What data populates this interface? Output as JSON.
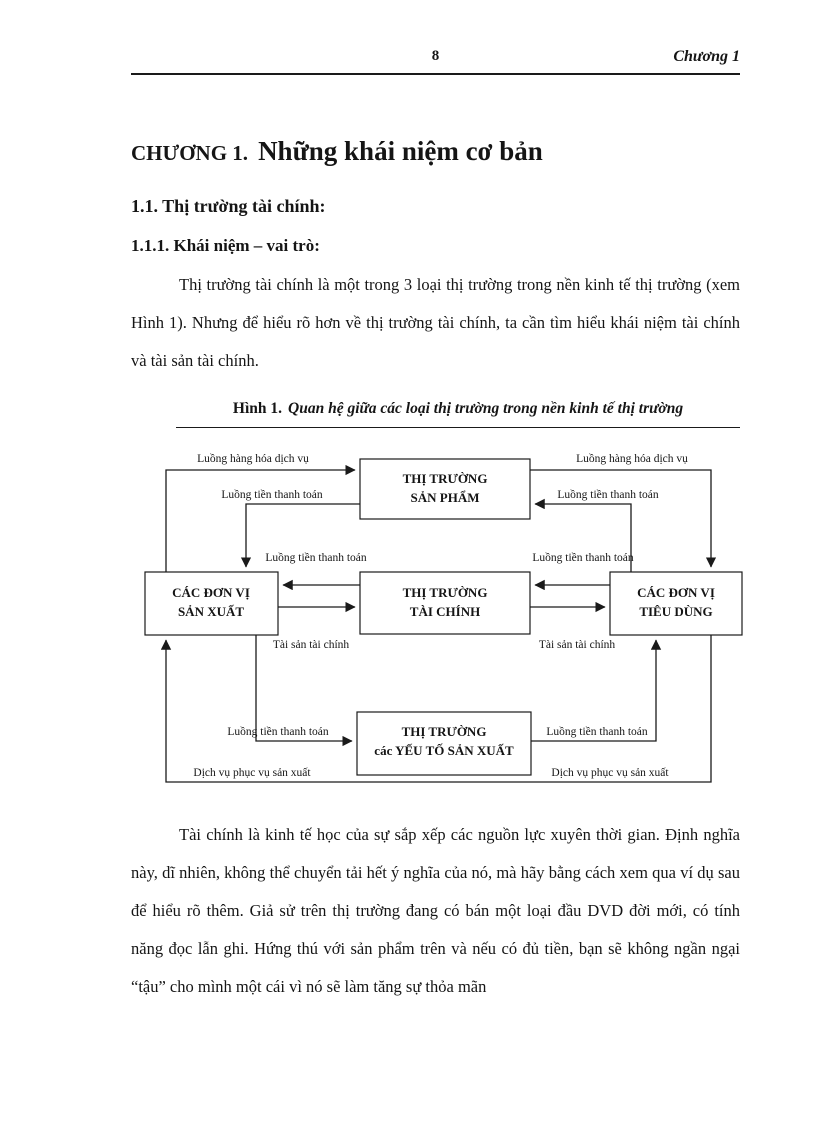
{
  "page": {
    "header": {
      "page_number": "8",
      "chapter": "Chương 1"
    },
    "title": {
      "prefix": "CHƯƠNG 1.",
      "text": "Những khái niệm cơ bản"
    },
    "section_heading": "1.1. Thị trường tài chính:",
    "subsection_heading": "1.1.1. Khái niệm – vai trò:",
    "paragraph1": "Thị trường tài chính là một trong 3 loại thị trường trong nền kinh tế thị trường (xem Hình 1). Nhưng để hiểu rõ hơn về thị trường tài chính, ta cần tìm hiểu khái niệm tài chính và tài sản tài chính.",
    "figure_caption": {
      "label": "Hình 1.",
      "text": "Quan hệ giữa các loại thị trường trong nền kinh tế thị trường"
    },
    "paragraph2": "Tài chính là kinh tế học của sự sắp xếp các nguồn lực xuyên thời gian. Định nghĩa này, dĩ nhiên, không thể chuyển tải hết ý nghĩa của nó, mà hãy bằng cách xem qua ví dụ sau để hiểu rõ thêm. Giả sử trên thị trường đang có bán một loại đầu DVD đời mới, có tính năng đọc lẫn ghi. Hứng thú với sản phẩm trên và nếu có đủ tiền, bạn sẽ không ngần ngại “tậu” cho mình một cái vì nó sẽ làm tăng sự thỏa mãn"
  },
  "diagram": {
    "boxes": {
      "product_market": {
        "line1": "THỊ TRƯỜNG",
        "line2": "SẢN PHẨM"
      },
      "production_units": {
        "line1": "CÁC ĐƠN VỊ",
        "line2": "SẢN XUẤT"
      },
      "financial_market": {
        "line1": "THỊ TRƯỜNG",
        "line2": "TÀI CHÍNH"
      },
      "consumption_units": {
        "line1": "CÁC ĐƠN VỊ",
        "line2": "TIÊU DÙNG"
      },
      "factor_market": {
        "line1": "THỊ TRƯỜNG",
        "line2": "các YẾU TỐ SẢN XUẤT"
      }
    },
    "labels": {
      "top_left_goods": "Luồng hàng hóa dịch vụ",
      "top_left_money": "Luồng tiền thanh toán",
      "top_right_goods": "Luồng hàng hóa dịch vụ",
      "top_right_money": "Luồng tiền thanh toán",
      "mid_left_money": "Luồng tiền thanh toán",
      "mid_right_money": "Luồng tiền thanh toán",
      "mid_left_assets": "Tài sản tài chính",
      "mid_right_assets": "Tài sản tài chính",
      "bottom_left_money": "Luồng tiền thanh toán",
      "bottom_right_money": "Luồng tiền thanh toán",
      "bottom_left_services": "Dịch vụ phục vụ sản xuất",
      "bottom_right_services": "Dịch vụ phục vụ sản xuất"
    }
  }
}
